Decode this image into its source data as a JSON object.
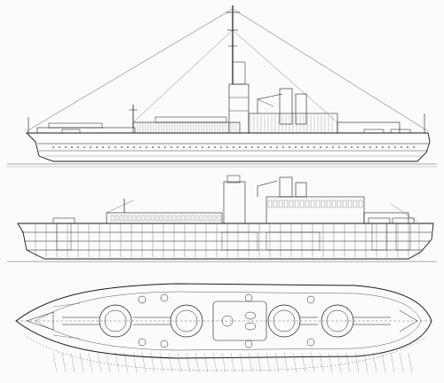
{
  "drawing": {
    "ink_color": "#1b1b1b",
    "paper_color": "#fbfbfa",
    "views": [
      "profile",
      "inboard-section",
      "plan"
    ]
  },
  "annotations": []
}
